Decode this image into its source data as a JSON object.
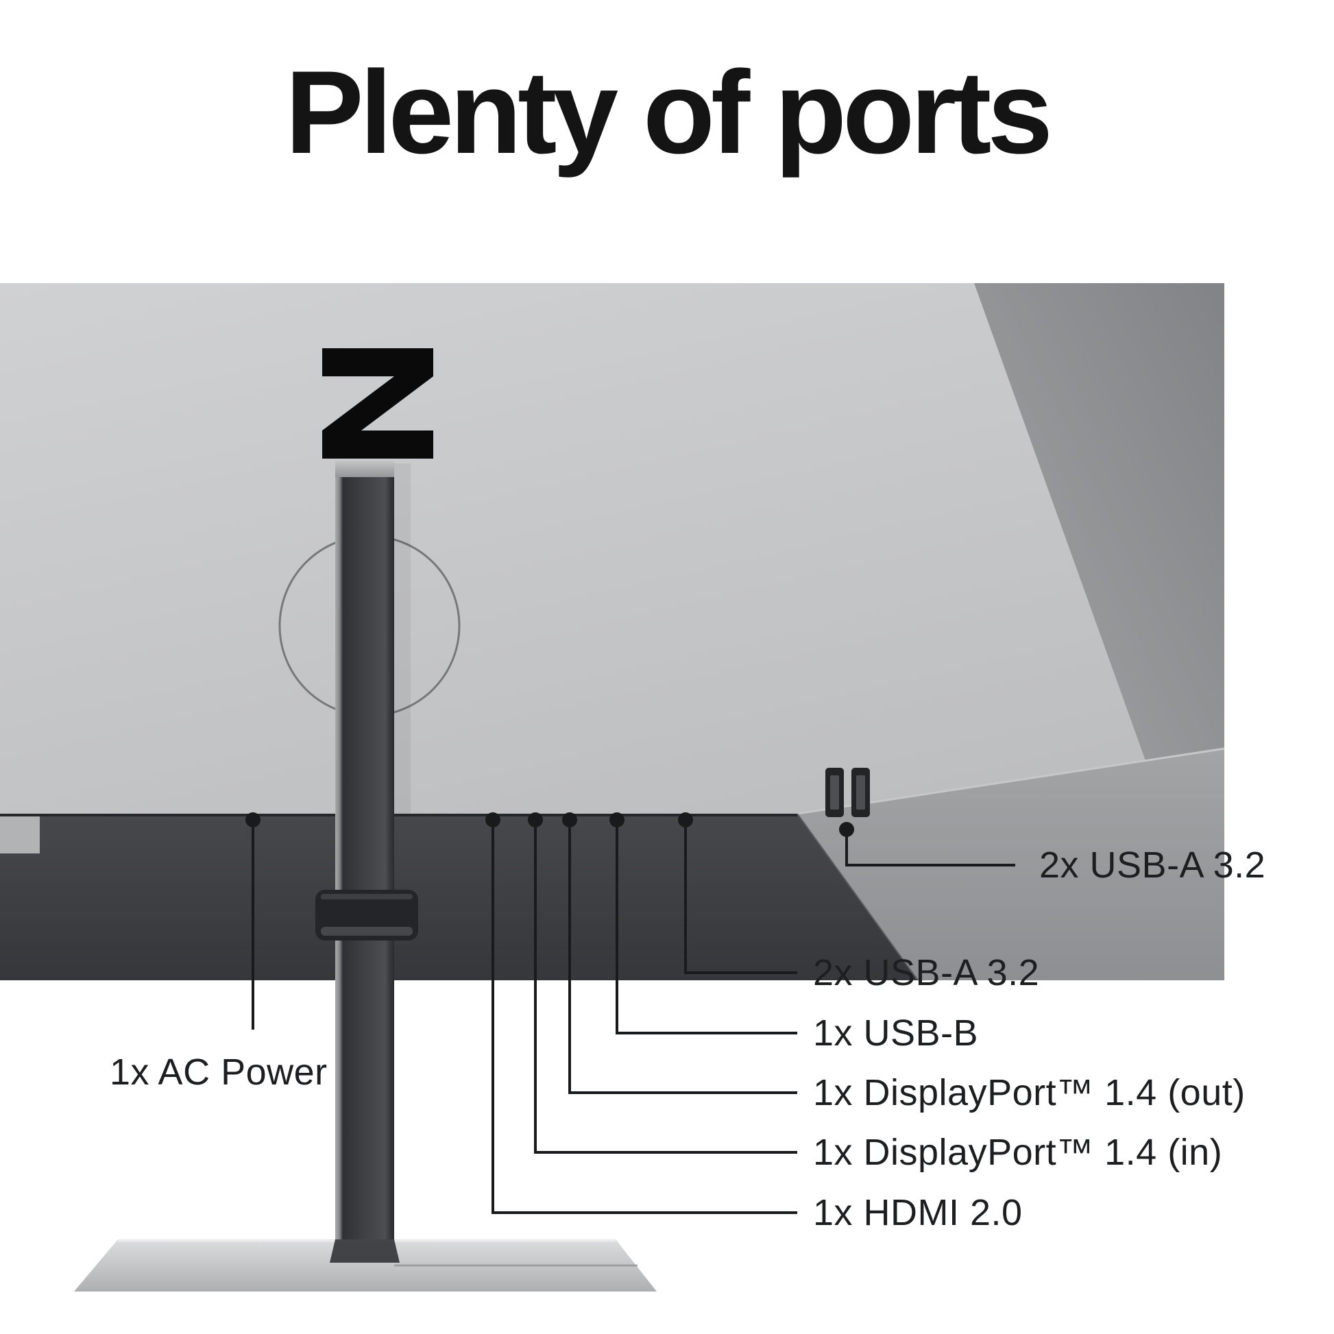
{
  "title": "Plenty of ports",
  "logo": {
    "name": "hp-z-logo",
    "glyph": "Z"
  },
  "callouts": {
    "side": {
      "label": "2x USB-A 3.2"
    },
    "ac": {
      "label": "1x AC Power"
    },
    "rear": [
      {
        "label": "2x USB-A 3.2"
      },
      {
        "label": "1x USB-B"
      },
      {
        "label": "1x DisplayPort™ 1.4 (out)"
      },
      {
        "label": "1x DisplayPort™ 1.4 (in)"
      },
      {
        "label": "1x HDMI 2.0"
      }
    ]
  },
  "colors": {
    "background": "#ffffff",
    "title_text": "#141414",
    "label_text": "#1d1e20",
    "callout_line": "#191a1b",
    "panel_light": "#c9cacc",
    "panel_dark_facet": "#8a8b8e",
    "bottom_facet": "#9a9b9d",
    "port_strip": "#3d3e41",
    "logo_black": "#0a0a0a",
    "stand_dark": "#3a3b3e",
    "base_silver": "#c6c7c9"
  }
}
